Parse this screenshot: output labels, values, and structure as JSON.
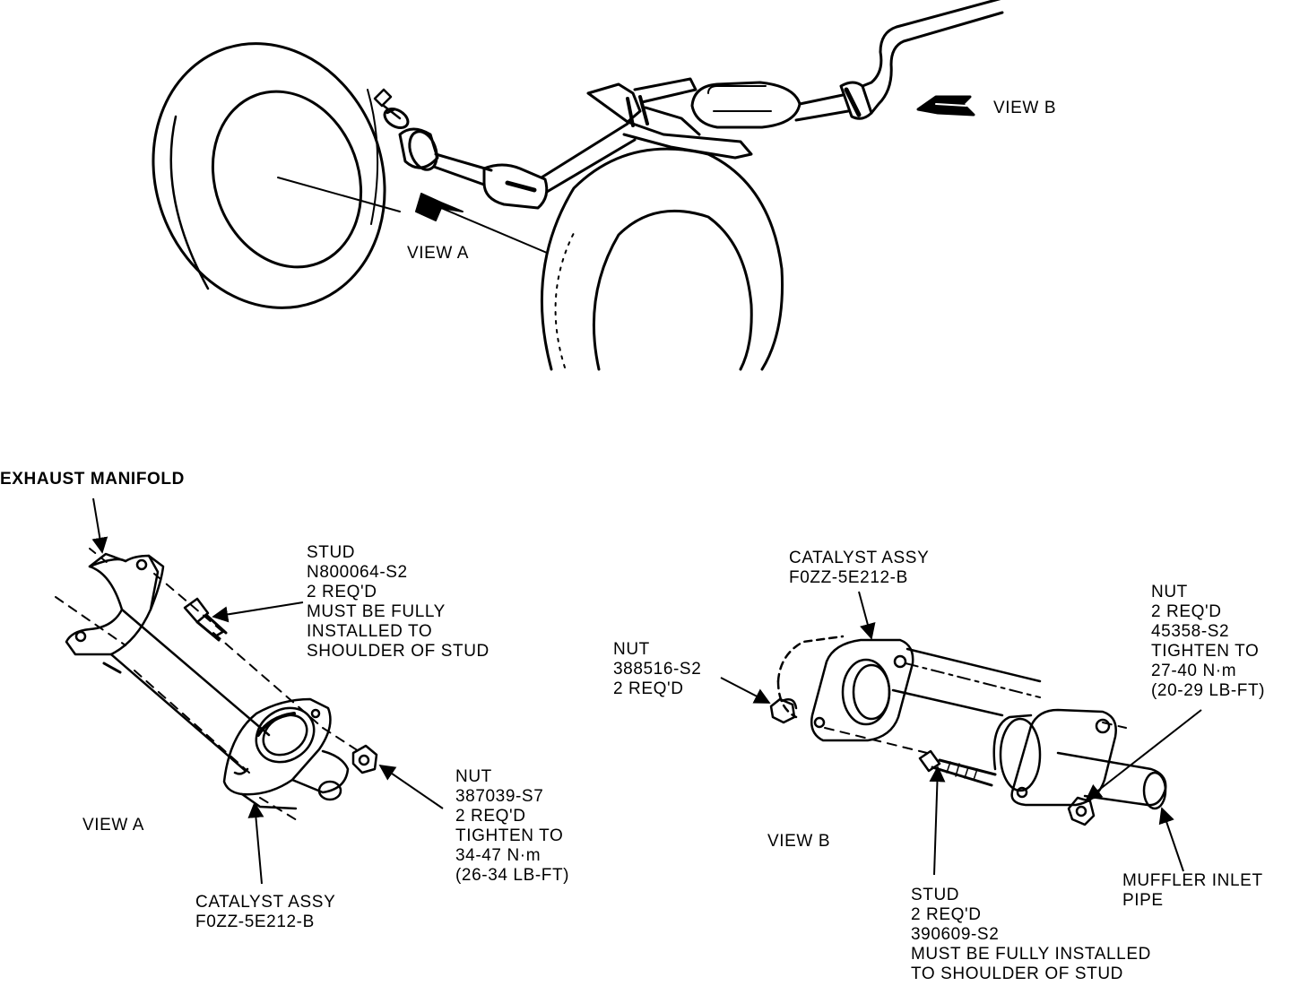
{
  "overview": {
    "view_a_label": "VIEW A",
    "view_b_label": "VIEW B"
  },
  "view_a": {
    "caption": "VIEW A",
    "exhaust_manifold": "EXHAUST MANIFOLD",
    "stud": {
      "line1": "STUD",
      "line2": "N800064-S2",
      "line3": "2 REQ'D",
      "line4": "MUST BE FULLY",
      "line5": "INSTALLED TO",
      "line6": "SHOULDER OF STUD"
    },
    "nut": {
      "line1": "NUT",
      "line2": "387039-S7",
      "line3": "2 REQ'D",
      "line4": "TIGHTEN TO",
      "line5": "34-47 N·m",
      "line6": "(26-34 LB-FT)"
    },
    "catalyst": {
      "line1": "CATALYST ASSY",
      "line2": "F0ZZ-5E212-B"
    }
  },
  "view_b": {
    "caption": "VIEW B",
    "catalyst": {
      "line1": "CATALYST ASSY",
      "line2": "F0ZZ-5E212-B"
    },
    "nut_left": {
      "line1": "NUT",
      "line2": "388516-S2",
      "line3": "2 REQ'D"
    },
    "nut_right": {
      "line1": "NUT",
      "line2": "2 REQ'D",
      "line3": "45358-S2",
      "line4": "TIGHTEN TO",
      "line5": "27-40 N·m",
      "line6": "(20-29 LB-FT)"
    },
    "stud": {
      "line1": "STUD",
      "line2": "2 REQ'D",
      "line3": "390609-S2",
      "line4": "MUST BE FULLY INSTALLED",
      "line5": "TO SHOULDER OF STUD"
    },
    "muffler": {
      "line1": "MUFFLER INLET",
      "line2": "PIPE"
    }
  },
  "colors": {
    "ink": "#000000",
    "paper": "#ffffff"
  }
}
